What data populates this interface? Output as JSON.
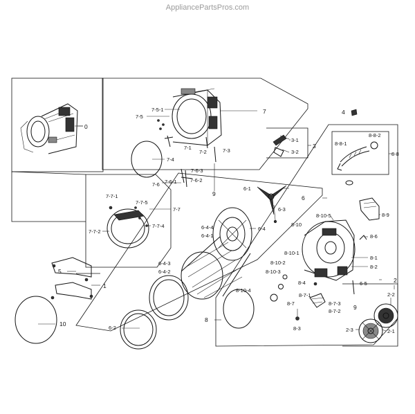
{
  "watermark": "AppliancePartsPros.com",
  "labels": {
    "l0": "0",
    "l7": "7",
    "l751": "7-5-1",
    "l75": "7-5",
    "l71": "7-1",
    "l72": "7-2",
    "l73": "7-3",
    "l74": "7-4",
    "l763": "7-6-3",
    "l761": "7-6-1",
    "l762": "7-6-2",
    "l76": "7-6",
    "l9a": "9",
    "l4": "4",
    "l3": "3",
    "l31": "3-1",
    "l32": "3-2",
    "l882": "8-8-2",
    "l881": "8-8-1",
    "l88": "8-8",
    "l771": "7-7-1",
    "l775": "7-7-5",
    "l77": "7-7",
    "l772": "7-7-2",
    "l774": "7-7-4",
    "l61": "6-1",
    "l6": "6",
    "l63": "6-3",
    "l644": "6-4-4",
    "l641": "6-4-1",
    "l64": "6-4",
    "l643": "6-4-3",
    "l642": "6-4-2",
    "l62": "6-2",
    "l8105": "8-10-5",
    "l89": "8-9",
    "l810": "8-10",
    "l86": "8-6",
    "l8101": "8-10-1",
    "l8102": "8-10-2",
    "l8103": "8-10-3",
    "l81": "8-1",
    "l82": "8-2",
    "l84": "8-4",
    "l65": "6-5",
    "l8104": "8-10-4",
    "l871": "8-7-1",
    "l873": "8-7-3",
    "l87": "8-7",
    "l872": "8-7-2",
    "l9b": "9",
    "l83": "8-3",
    "l8": "8",
    "l5": "5",
    "l1": "1",
    "l10": "10",
    "l2": "2",
    "l22": "2-2",
    "l23": "2-3",
    "l21": "2-1"
  }
}
